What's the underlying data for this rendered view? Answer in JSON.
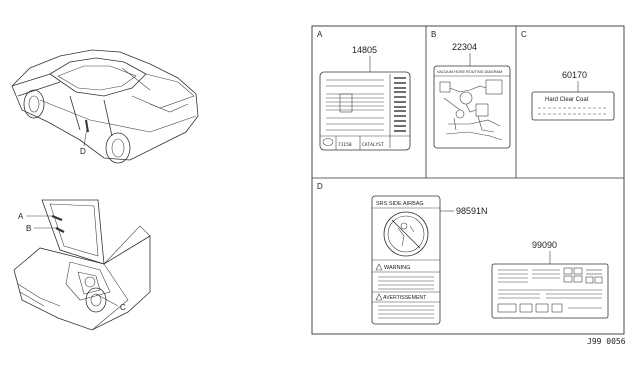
{
  "views": [
    {
      "callout": "D"
    },
    {
      "callouts": [
        "A",
        "B",
        "C"
      ]
    }
  ],
  "panels": {
    "A": {
      "letter": "A",
      "part_number": "14805",
      "label_text": [
        "7J150",
        "CATALYST"
      ]
    },
    "B": {
      "letter": "B",
      "part_number": "22304",
      "label_title": "VACUUM HOSE ROUTING DIAGRAM"
    },
    "C": {
      "letter": "C",
      "part_number": "60170",
      "label_title": "Hard Clear Coat"
    },
    "D": {
      "letter": "D",
      "airbag_label": {
        "part_number": "98591N",
        "title": "SRS SIDE AIRBAG",
        "warning": "WARNING",
        "avertissement": "AVERTISSEMENT"
      },
      "spec_label": {
        "part_number": "99090"
      }
    }
  },
  "diagram_code": "J99 0056"
}
